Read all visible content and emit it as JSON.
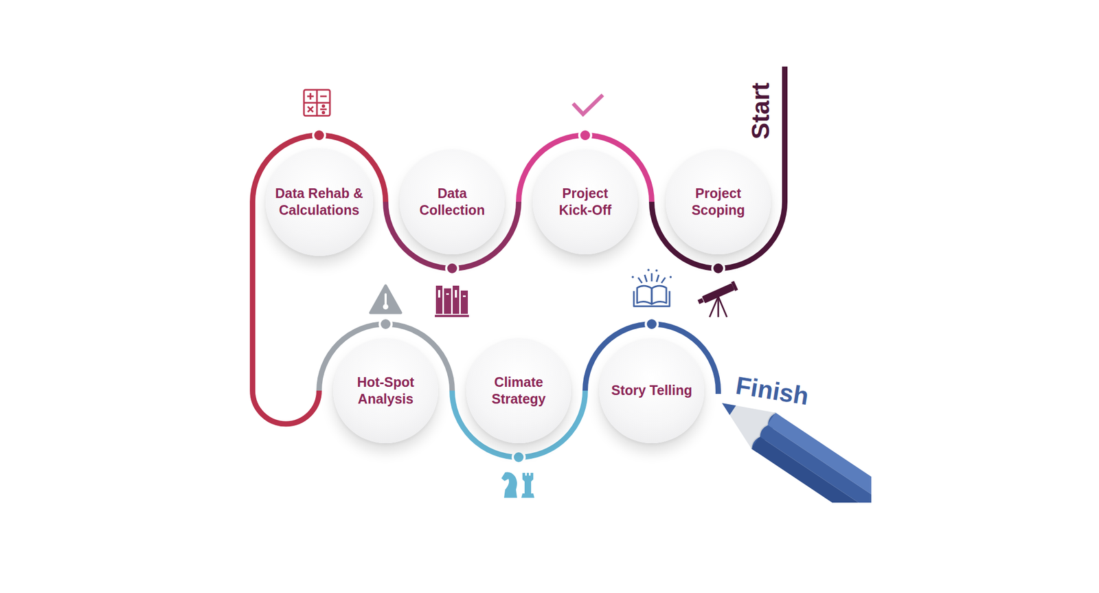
{
  "diagram": {
    "nodes": [
      {
        "text": [
          "Project Scoping"
        ]
      },
      {
        "text": [
          "Project Kick-Off"
        ]
      },
      {
        "text": [
          "Data Collection"
        ]
      },
      {
        "text": [
          "Data Rehab & Calculations"
        ]
      },
      {
        "text": [
          "Hot-Spot Analysis"
        ]
      },
      {
        "text": [
          "Climate Strategy"
        ]
      },
      {
        "text": [
          "Story Telling"
        ]
      }
    ],
    "edges": [
      {
        "from": 0,
        "to": 1,
        "arrow": "none"
      },
      {
        "from": 1,
        "to": 2,
        "arrow": "none"
      },
      {
        "from": 2,
        "to": 3,
        "arrow": "none"
      },
      {
        "from": 3,
        "to": 4,
        "arrow": "none"
      },
      {
        "from": 4,
        "to": 5,
        "arrow": "none"
      },
      {
        "from": 5,
        "to": 6,
        "arrow": "none"
      }
    ],
    "labels": [
      "Start",
      "Finish"
    ]
  }
}
